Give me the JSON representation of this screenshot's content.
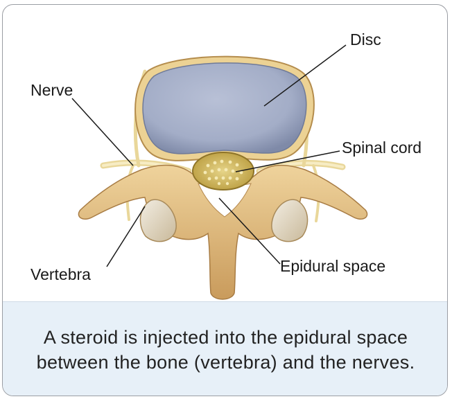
{
  "labels": {
    "disc": "Disc",
    "nerve": "Nerve",
    "spinal_cord": "Spinal cord",
    "vertebra": "Vertebra",
    "epidural_space": "Epidural space"
  },
  "caption": "A steroid is injected into the epidural space between the bone (vertebra) and the nerves.",
  "colors": {
    "disc": "#aab3cc",
    "bone": "#e4c48a",
    "spinal_cord": "#d8c46a",
    "nerve": "#f1e2a6",
    "caption_bg": "#e7f0f8"
  }
}
